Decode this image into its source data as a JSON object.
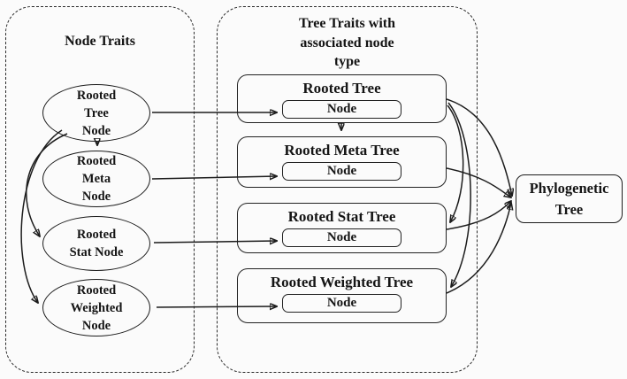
{
  "diagram": {
    "left_panel": {
      "title": "Node Traits",
      "nodes": [
        {
          "id": "rooted-tree-node",
          "label": "Rooted\nTree\nNode"
        },
        {
          "id": "rooted-meta-node",
          "label": "Rooted\nMeta\nNode"
        },
        {
          "id": "rooted-stat-node",
          "label": "Rooted\nStat Node"
        },
        {
          "id": "rooted-weighted-node",
          "label": "Rooted\nWeighted\nNode"
        }
      ]
    },
    "middle_panel": {
      "title": "Tree Traits with\nassociated node\ntype",
      "trees": [
        {
          "id": "rooted-tree",
          "title": "Rooted Tree",
          "node_label": "Node"
        },
        {
          "id": "rooted-meta-tree",
          "title": "Rooted Meta Tree",
          "node_label": "Node"
        },
        {
          "id": "rooted-stat-tree",
          "title": "Rooted Stat Tree",
          "node_label": "Node"
        },
        {
          "id": "rooted-weighted-tree",
          "title": "Rooted Weighted Tree",
          "node_label": "Node"
        }
      ]
    },
    "result": {
      "title": "Phylogenetic\nTree"
    },
    "colors": {
      "stroke": "#1c1c1c",
      "text": "#141414",
      "background": "#fbfbfb"
    }
  }
}
